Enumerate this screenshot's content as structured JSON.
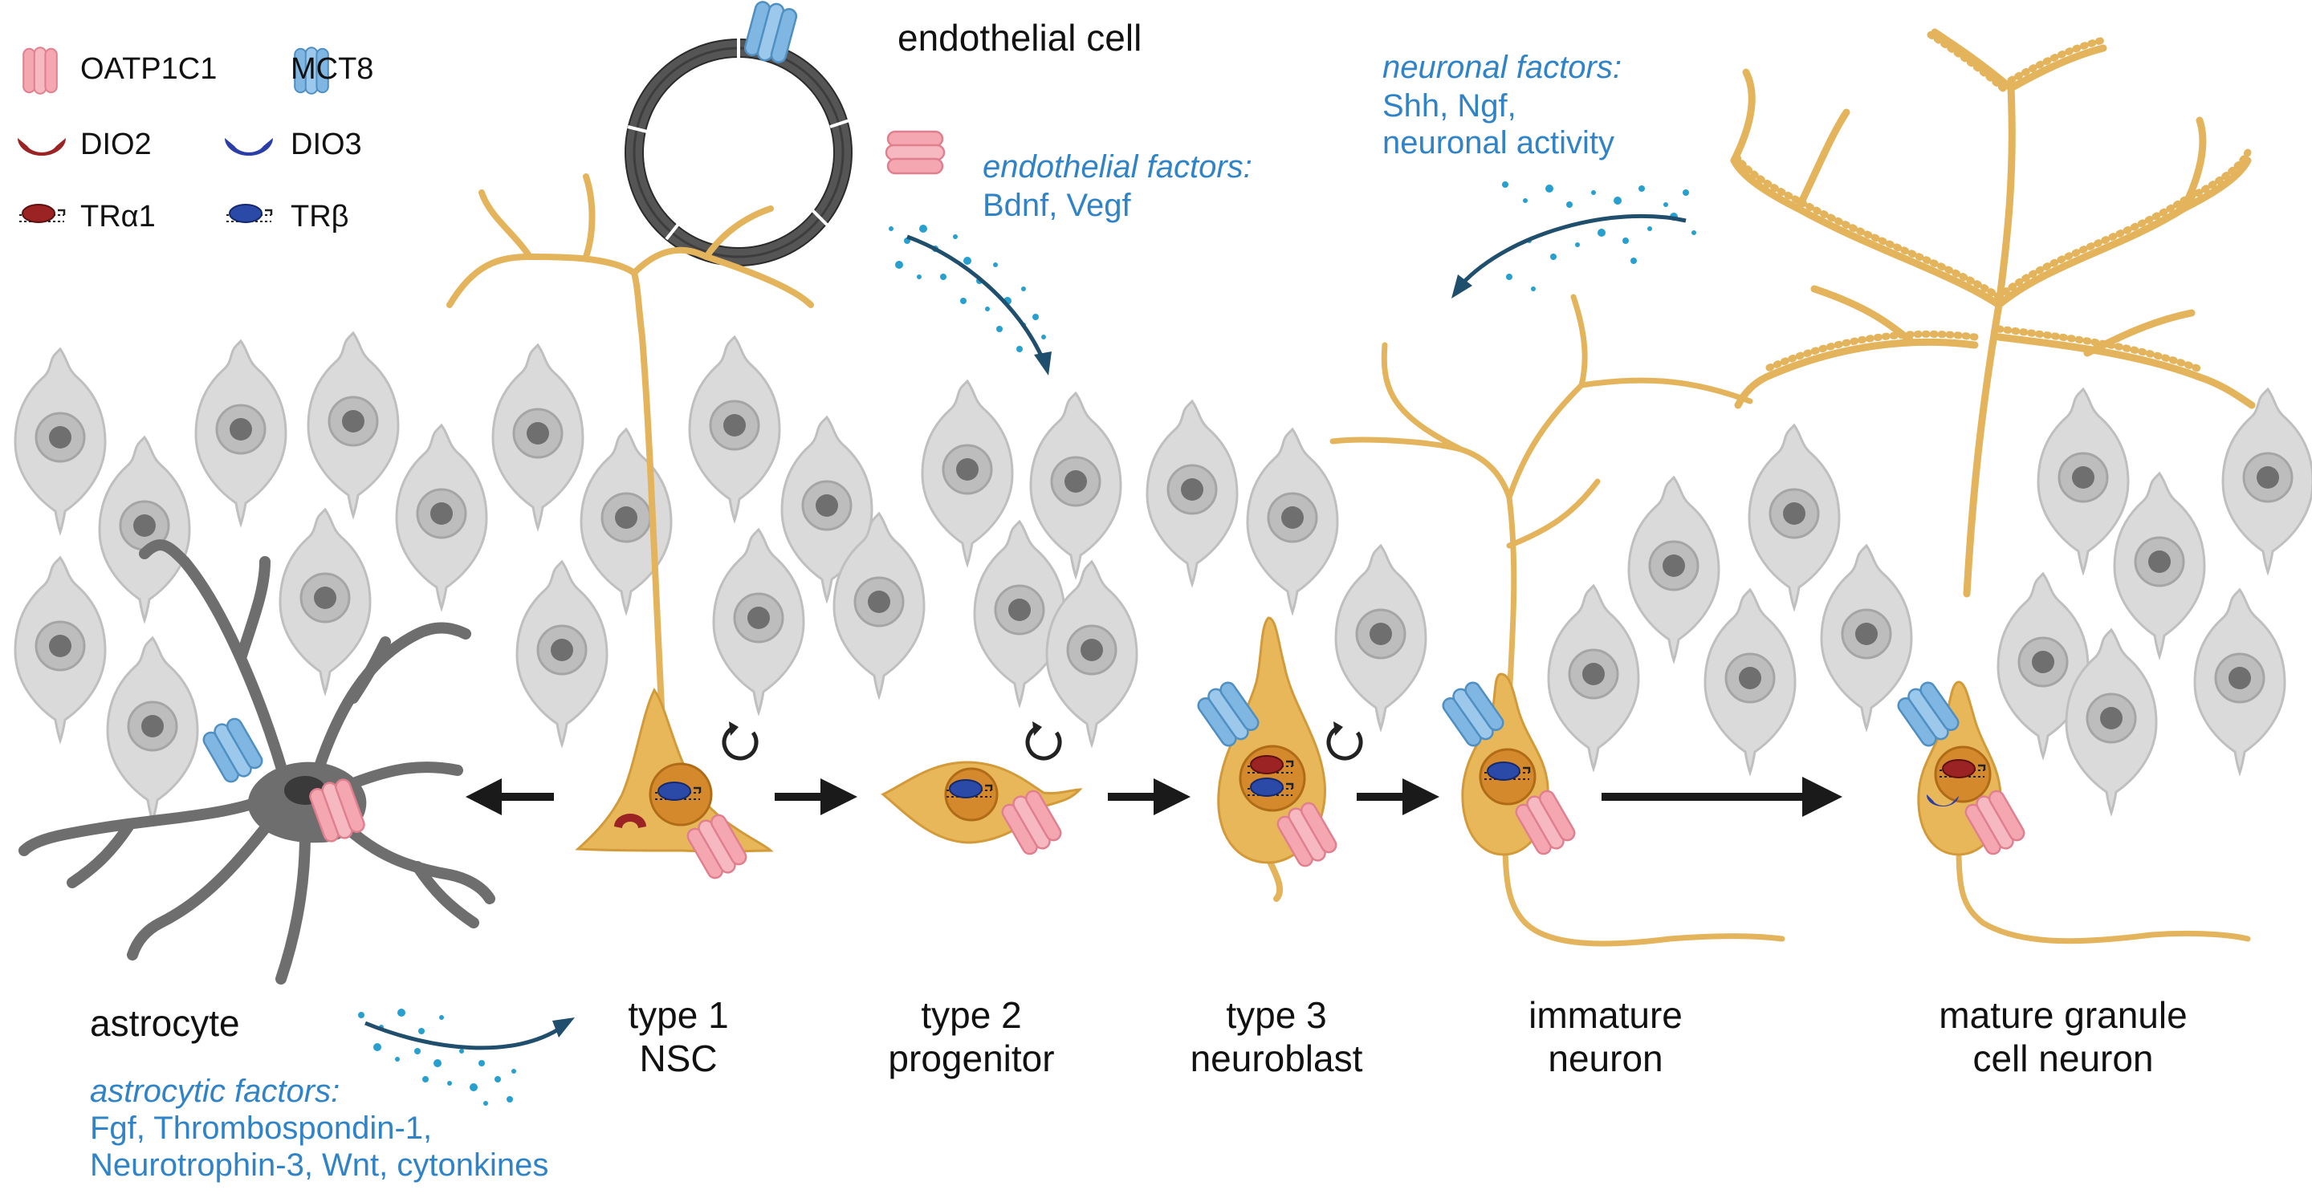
{
  "legend": {
    "oatp": "OATP1C1",
    "mct8": "MCT8",
    "dio2": "DIO2",
    "dio3": "DIO3",
    "tra1": "TRα1",
    "trb": "TRβ"
  },
  "labels": {
    "endothelial_cell": "endothelial cell",
    "astrocyte": "astrocyte",
    "stages": [
      {
        "line1": "type 1",
        "line2": "NSC"
      },
      {
        "line1": "type 2",
        "line2": "progenitor"
      },
      {
        "line1": "type 3",
        "line2": "neuroblast"
      },
      {
        "line1": "immature",
        "line2": "neuron"
      },
      {
        "line1": "mature granule",
        "line2": "cell neuron"
      }
    ]
  },
  "factors": {
    "endothelial": {
      "title": "endothelial factors:",
      "lines": [
        "Bdnf, Vegf"
      ]
    },
    "neuronal": {
      "title": "neuronal factors:",
      "lines": [
        "Shh, Ngf,",
        "neuronal activity"
      ]
    },
    "astrocytic": {
      "title": "astrocytic factors:",
      "lines": [
        "Fgf, Thrombospondin-1,",
        "Neurotrophin-3, Wnt, cytonkines"
      ]
    }
  },
  "colors": {
    "neuron_fill": "#e8b75a",
    "neuron_stroke": "#d39a3a",
    "nucleus": "#d5892d",
    "gray_cell": "#dadada",
    "gray_cell_stroke": "#bfbfbf",
    "astrocyte": "#6e6e6e",
    "oatp": "#f4a7b1",
    "mct8": "#7fb6e2",
    "dio2": "#9b2323",
    "dio3": "#2b3ea8",
    "tra1": "#9b2323",
    "trb": "#2b4aa8",
    "factor_text": "#2f83c6",
    "dots": "#27a0cf",
    "arrow": "#1a1a1a"
  }
}
